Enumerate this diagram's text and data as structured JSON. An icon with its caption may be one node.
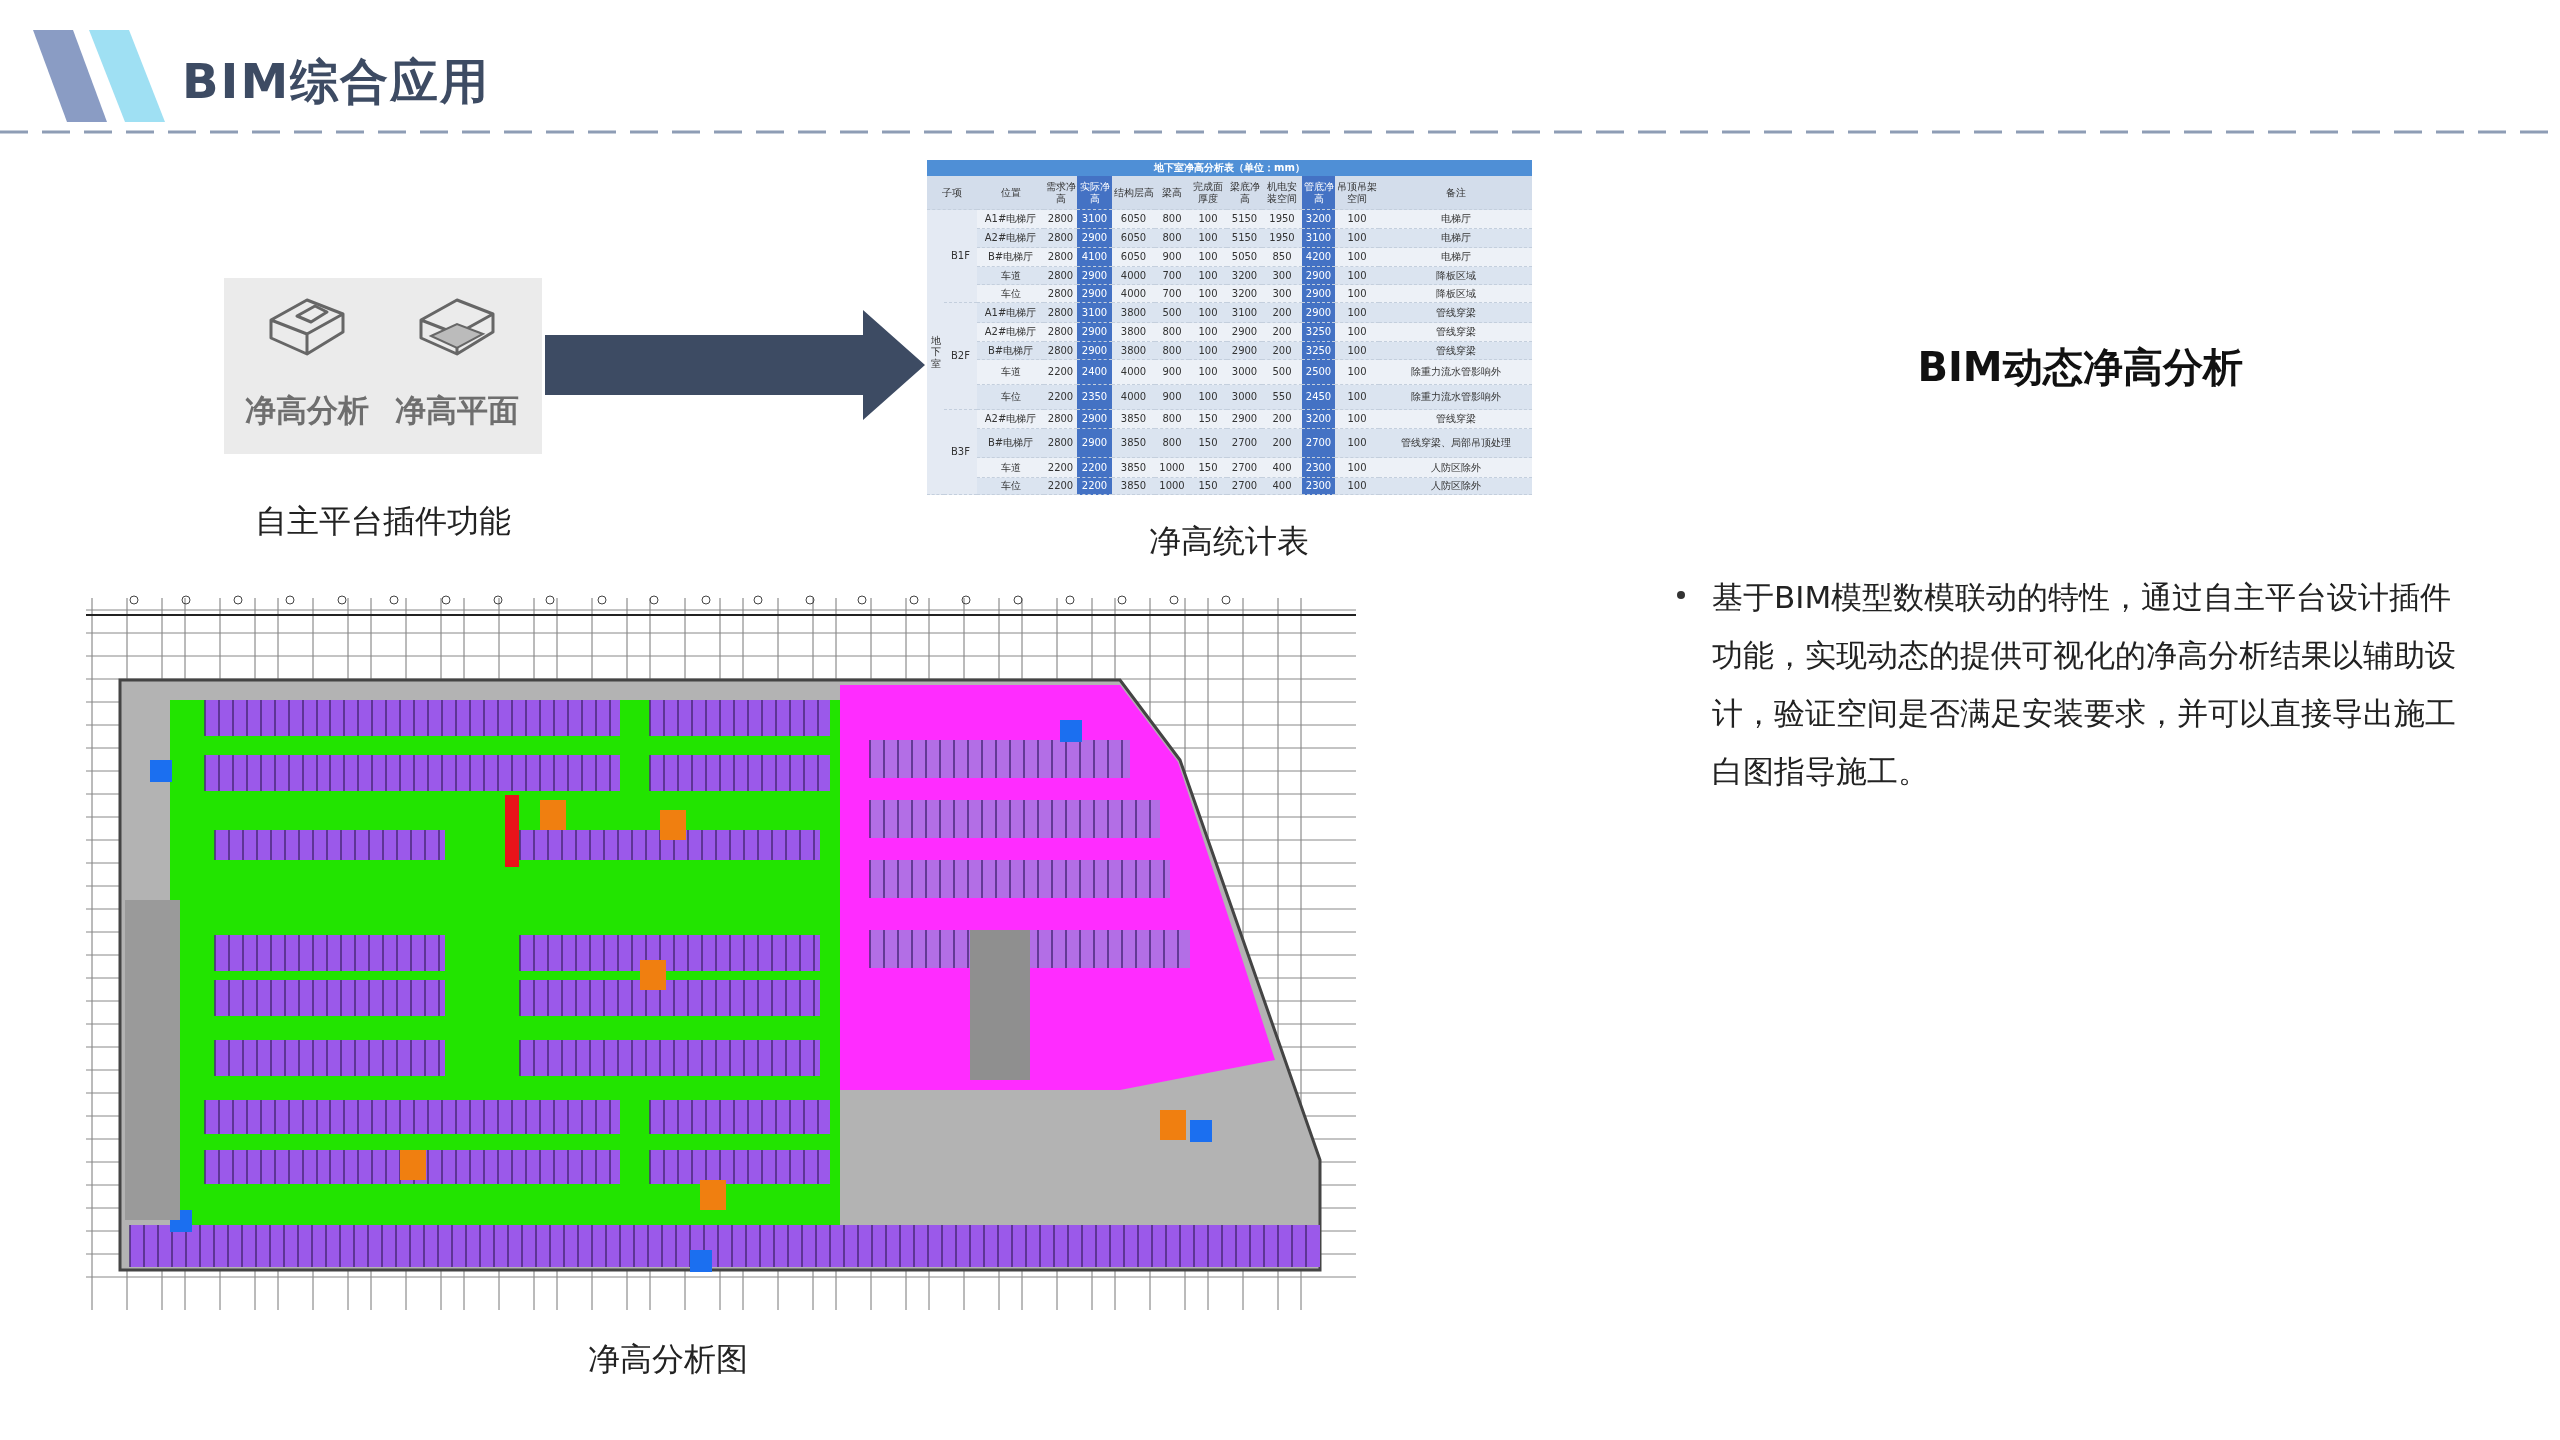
{
  "diagram": {
    "title": "BIM综合应用",
    "nodes": [
      {
        "text": [
          "净高分析",
          "净高平面"
        ]
      },
      {
        "text": [
          "地下室净高分析表（单位：mm）"
        ]
      }
    ],
    "edges": [
      {
        "from": 0,
        "to": 1,
        "arrow": "to"
      }
    ],
    "labels": [
      "子项",
      "位置",
      "需求净高",
      "实际净高",
      "结构层高",
      "梁高",
      "完成面厚度",
      "梁底净高",
      "机电安装空间",
      "管底净高",
      "吊顶吊架空间",
      "备注",
      "地下室",
      "B1F",
      "A1#电梯厅",
      "2800",
      "3100",
      "6050",
      "800",
      "100",
      "5150",
      "1950",
      "3200",
      "100",
      "电梯厅",
      "A2#电梯厅",
      "2800",
      "2900",
      "6050",
      "800",
      "100",
      "5150",
      "1950",
      "3100",
      "100",
      "电梯厅",
      "B#电梯厅",
      "2800",
      "4100",
      "6050",
      "900",
      "100",
      "5050",
      "850",
      "4200",
      "100",
      "电梯厅",
      "车道",
      "2800",
      "2900",
      "4000",
      "700",
      "100",
      "3200",
      "300",
      "2900",
      "100",
      "降板区域",
      "车位",
      "2800",
      "2900",
      "4000",
      "700",
      "100",
      "3200",
      "300",
      "2900",
      "100",
      "降板区域",
      "B2F",
      "A1#电梯厅",
      "2800",
      "3100",
      "3800",
      "500",
      "100",
      "3100",
      "200",
      "2900",
      "100",
      "管线穿梁",
      "A2#电梯厅",
      "2800",
      "2900",
      "3800",
      "800",
      "100",
      "2900",
      "200",
      "3250",
      "100",
      "管线穿梁",
      "B#电梯厅",
      "2800",
      "2900",
      "3800",
      "800",
      "100",
      "2900",
      "200",
      "3250",
      "100",
      "管线穿梁",
      "车道",
      "2200",
      "2400",
      "4000",
      "900",
      "100",
      "3000",
      "500",
      "2500",
      "100",
      "除重力流水管影响外",
      "车位",
      "2200",
      "2350",
      "4000",
      "900",
      "100",
      "3000",
      "550",
      "2450",
      "100",
      "除重力流水管影响外",
      "B3F",
      "A2#电梯厅",
      "2800",
      "2900",
      "3850",
      "800",
      "150",
      "2900",
      "200",
      "3200",
      "100",
      "管线穿梁",
      "B#电梯厅",
      "2800",
      "2900",
      "3850",
      "800",
      "150",
      "2700",
      "200",
      "2700",
      "100",
      "管线穿梁、局部吊顶处理",
      "车道",
      "2200",
      "2200",
      "3850",
      "1000",
      "150",
      "2700",
      "400",
      "2300",
      "100",
      "人防区除外",
      "车位",
      "2200",
      "2200",
      "3850",
      "1000",
      "150",
      "2700",
      "400",
      "2300",
      "100",
      "人防区除外",
      "自主平台插件功能",
      "净高统计表",
      "净高分析图",
      "BIM动态净高分析",
      "基于BIM模型数模联动的特性，通过自主平台设计插件功能，实现动态的提供可视化的净高分析结果以辅助设计，验证空间是否满足安装要求，并可以直接导出施工白图指导施工。"
    ]
  }
}
